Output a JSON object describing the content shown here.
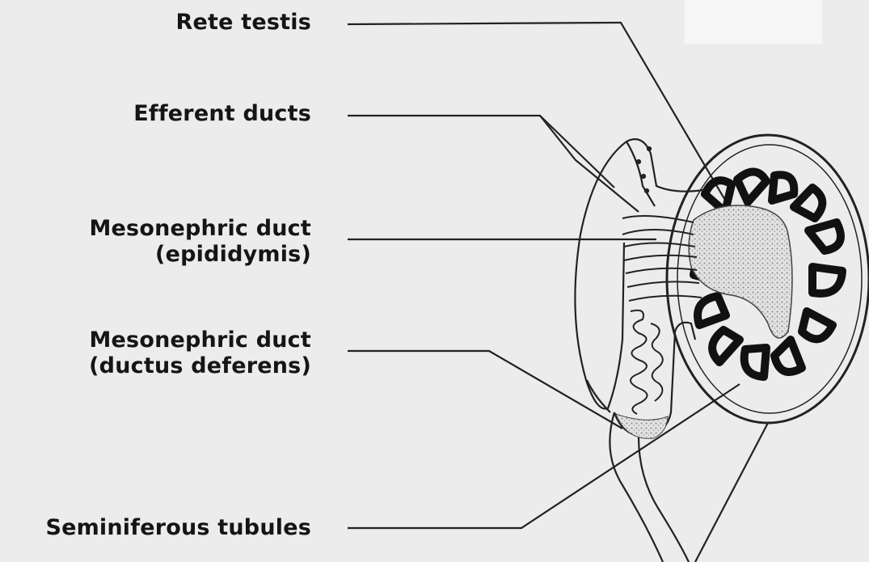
{
  "labels": {
    "rete_testis": "Rete testis",
    "efferent_ducts": "Efferent ducts",
    "mesonephric_epididymis": {
      "line1": "Mesonephric duct",
      "line2": "(epididymis)"
    },
    "mesonephric_deferens": {
      "line1": "Mesonephric duct",
      "line2": "(ductus deferens)"
    },
    "seminiferous_tubules": "Seminiferous tubules"
  },
  "colors": {
    "background": "#ececec",
    "ink": "#151515",
    "stipple": "#9a9a9a"
  }
}
